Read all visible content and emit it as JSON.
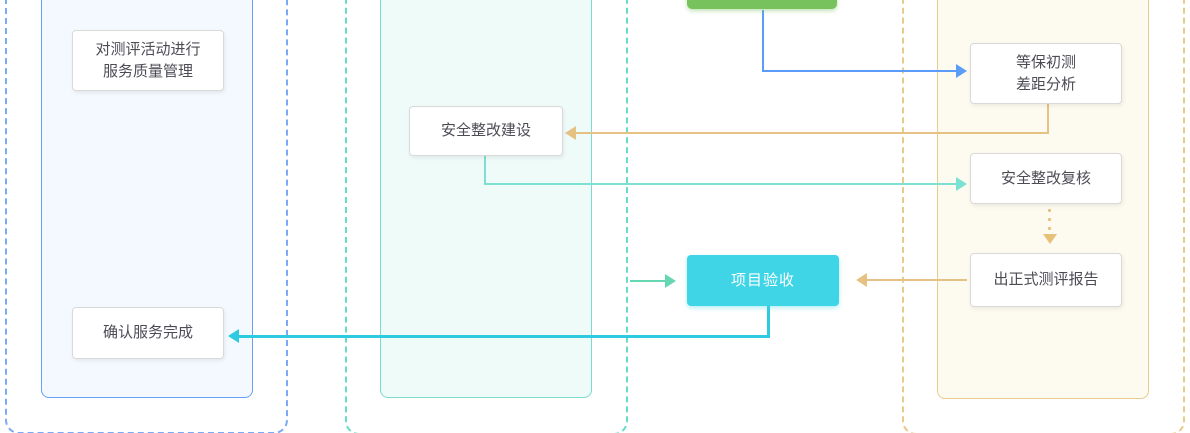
{
  "diagram": {
    "nodes": {
      "quality_management": {
        "line1": "对测评活动进行",
        "line2": "服务质量管理"
      },
      "confirm_service_done": {
        "label": "确认服务完成"
      },
      "security_rectification_build": {
        "label": "安全整改建设"
      },
      "initial_test_gap_analysis": {
        "line1": "等保初测",
        "line2": "差距分析"
      },
      "security_rectification_review": {
        "label": "安全整改复核"
      },
      "issue_formal_report": {
        "label": "出正式测评报告"
      },
      "project_acceptance": {
        "label": "项目验收"
      },
      "green_top_partial": {
        "label": ""
      }
    },
    "edges": [
      {
        "from": "green_top_partial",
        "to": "initial_test_gap_analysis",
        "color": "#5b9cf8",
        "style": "solid"
      },
      {
        "from": "initial_test_gap_analysis",
        "to": "security_rectification_build",
        "color": "#e5c283",
        "style": "solid"
      },
      {
        "from": "security_rectification_build",
        "to": "security_rectification_review",
        "color": "#7ce0d3",
        "style": "solid"
      },
      {
        "from": "security_rectification_review",
        "to": "issue_formal_report",
        "color": "#e6c178",
        "style": "dotted"
      },
      {
        "from": "issue_formal_report",
        "to": "project_acceptance",
        "color": "#e5c283",
        "style": "solid"
      },
      {
        "from": "middle_lane",
        "to": "project_acceptance",
        "color": "#66d7b2",
        "style": "solid"
      },
      {
        "from": "project_acceptance",
        "to": "confirm_service_done",
        "color": "#2ecadf",
        "style": "solid"
      }
    ]
  },
  "colors": {
    "edge_blue": "#5b9cf8",
    "edge_tan": "#e5c283",
    "edge_teal_light": "#7ce0d3",
    "edge_teal_mid": "#66d7b2",
    "edge_cyan": "#2ecadf",
    "edge_tan_dotted": "#e6c178",
    "node_green": "#78c25d",
    "node_cyan": "#3fd4e6",
    "lane_blue_dash": "#7aaaf5",
    "lane_blue_border": "#68a0f2",
    "lane_blue_fill": "#f3f9fe",
    "lane_teal_dash": "#68dcc9",
    "lane_teal_border": "#7cdccc",
    "lane_teal_fill": "#effbf9",
    "lane_tan_dash": "#e8ca8c",
    "lane_tan_border": "#e9cb90",
    "lane_tan_fill": "#fdfaf0",
    "box_border": "#d9d9d9",
    "box_text": "#4c4c55"
  }
}
